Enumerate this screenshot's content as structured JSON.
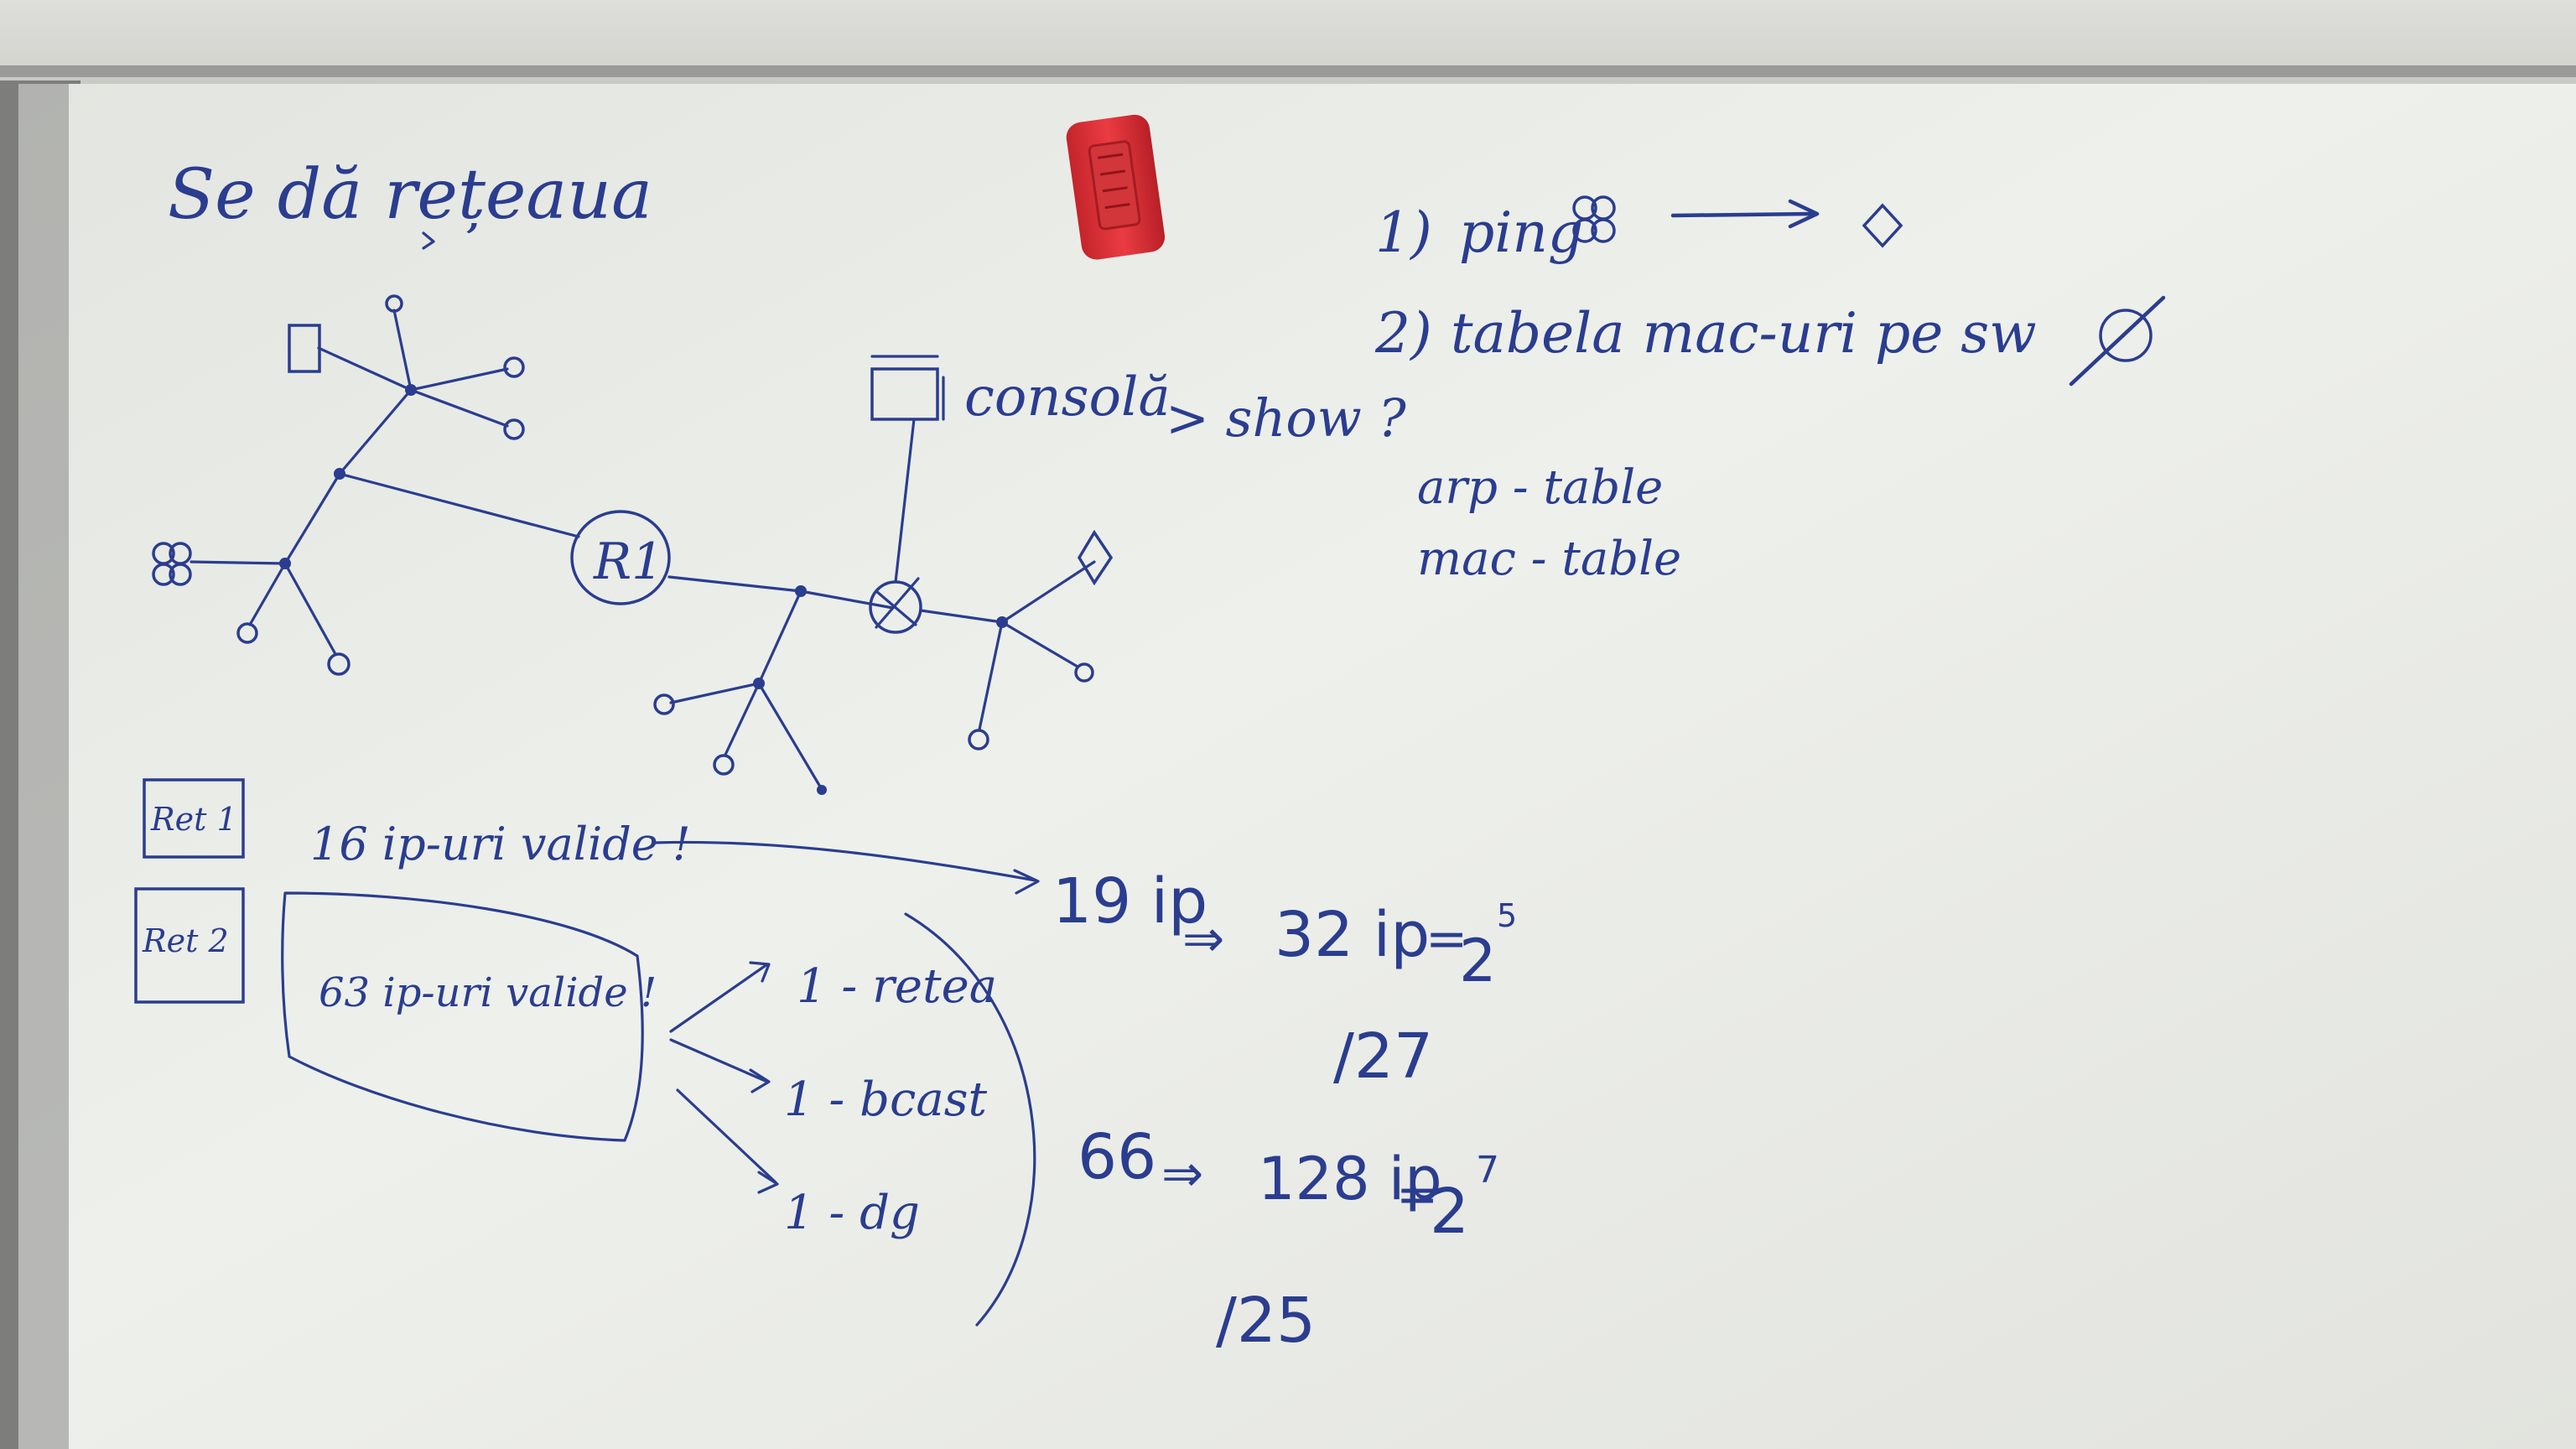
{
  "whiteboard": {
    "heading": "Se dă rețeaua",
    "tasks": [
      {
        "number": "1)",
        "text": "ping"
      },
      {
        "number": "2)",
        "text": "tabela mac-uri pe sw"
      }
    ],
    "console": {
      "label": "consolă",
      "arrow_text": "> show ?",
      "commands": [
        "arp - table",
        "mac - table"
      ]
    },
    "router_label": "R1",
    "requirements": [
      {
        "label": "Ret 1",
        "text": "16 ip-uri valide !"
      },
      {
        "label": "Ret 2",
        "text": "63 ip-uri valide !"
      }
    ],
    "reserved": [
      "1 - retea",
      "1 - bcast",
      "1 - dg"
    ],
    "calculations": [
      {
        "value": "19 ip",
        "result": "32 ip",
        "power_base": "2",
        "power_exp": "5",
        "prefix": "/27"
      },
      {
        "value": "66",
        "result": "128 ip",
        "power_base": "2",
        "power_exp": "7",
        "prefix": "/25"
      }
    ]
  },
  "eraser": {
    "color": "#e0343a"
  },
  "colors": {
    "ink": "#2a3d8f",
    "board": "#e9eae5",
    "frame": "#8e8f8c",
    "wall": "#d3d4ce"
  }
}
